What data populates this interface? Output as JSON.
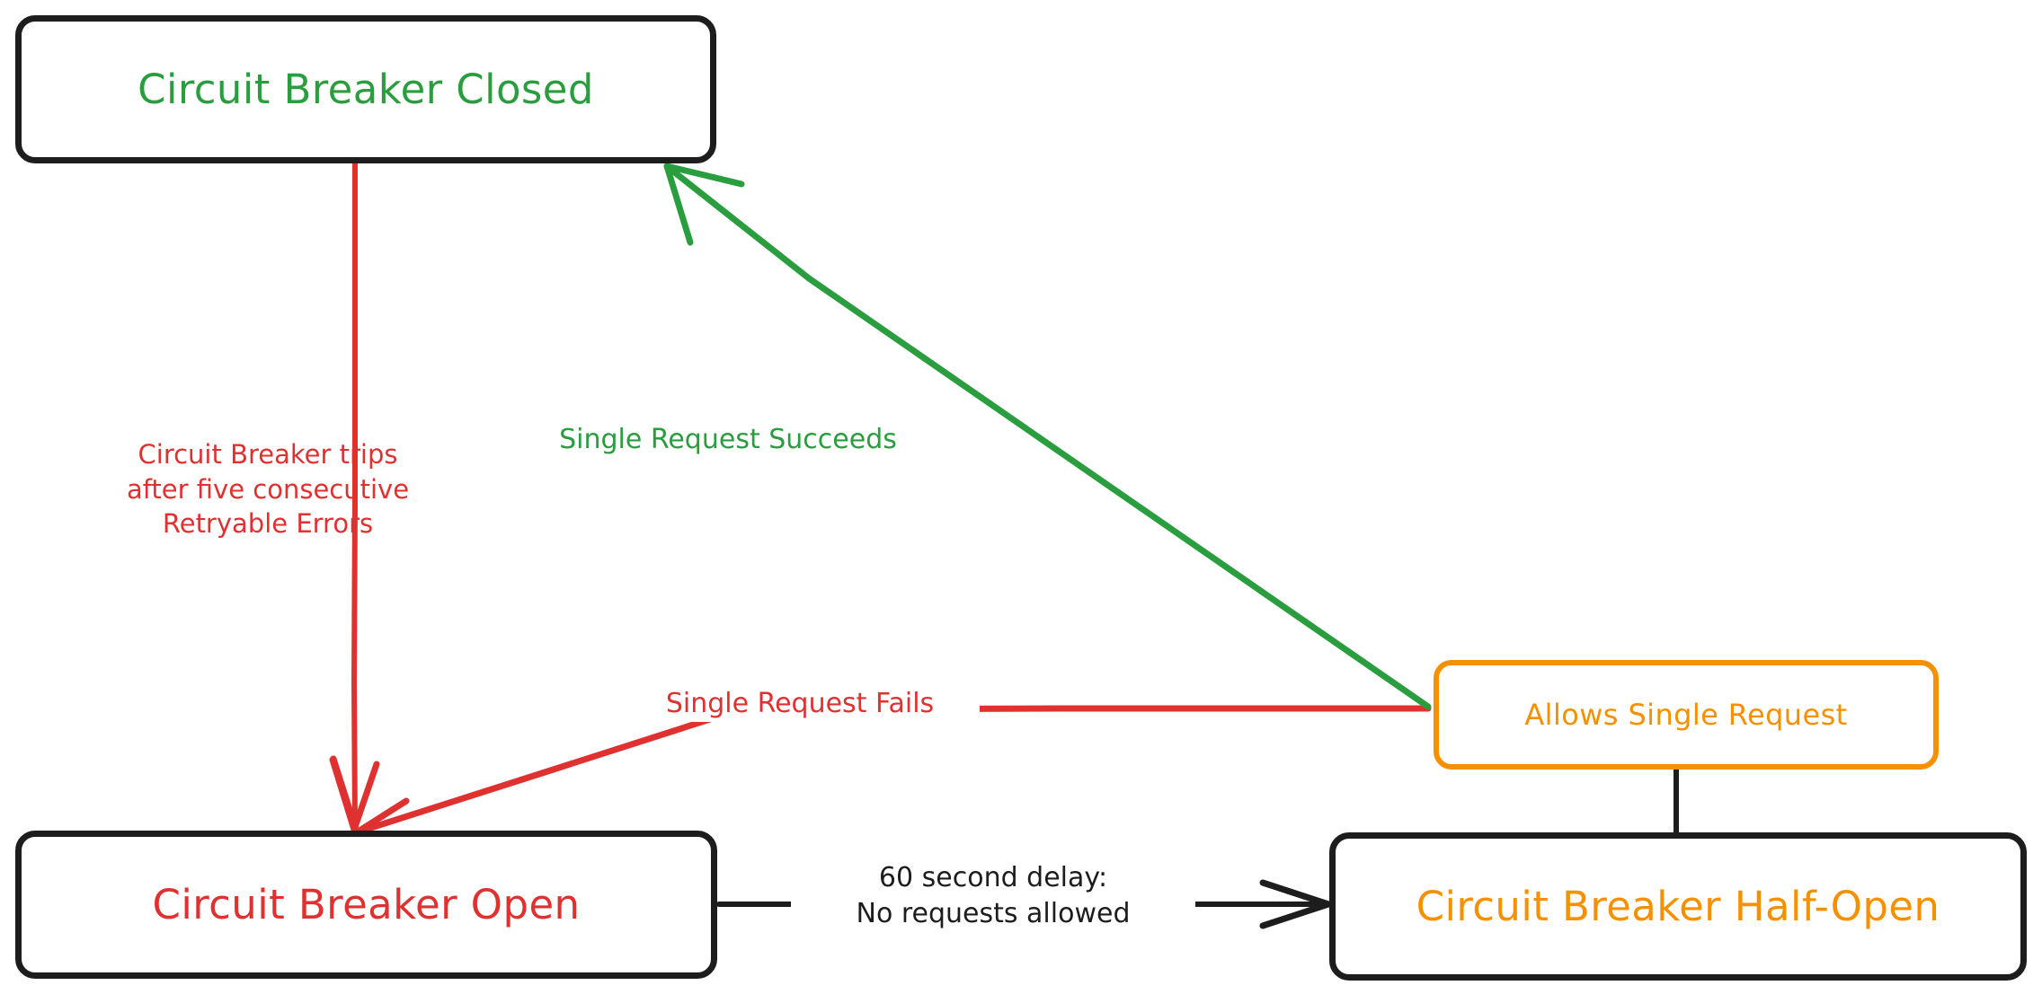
{
  "diagram": {
    "title": "Circuit Breaker State Diagram",
    "type": "state-machine-flowchart",
    "background_color": "#ffffff",
    "style": "hand-drawn",
    "colors": {
      "closed_green": "#2a9d3f",
      "open_red": "#e03131",
      "half_open_orange": "#f59100",
      "border_black": "#1d1d1d"
    }
  },
  "nodes": {
    "closed": {
      "label": "Circuit Breaker Closed",
      "text_color": "#2a9d3f",
      "border_color": "#1d1d1d"
    },
    "open": {
      "label": "Circuit Breaker Open",
      "text_color": "#e03131",
      "border_color": "#1d1d1d"
    },
    "half_open": {
      "label": "Circuit Breaker Half-Open",
      "text_color": "#f59100",
      "border_color": "#1d1d1d"
    },
    "allows_single_request": {
      "label": "Allows Single Request",
      "text_color": "#f59100",
      "border_color": "#f59100"
    }
  },
  "edges": {
    "trips": {
      "label": "Circuit Breaker trips\nafter five consecutive\nRetryable Errors",
      "color": "#e03131",
      "from": "closed",
      "to": "open"
    },
    "succeeds": {
      "label": "Single Request Succeeds",
      "color": "#2a9d3f",
      "from": "allows_single_request",
      "to": "closed"
    },
    "fails": {
      "label": "Single Request Fails",
      "color": "#e03131",
      "from": "allows_single_request",
      "to": "open"
    },
    "delay": {
      "label": "60 second delay:\nNo requests allowed",
      "color": "#1d1d1d",
      "from": "open",
      "to": "half_open"
    },
    "half_open_to_allows": {
      "label": "",
      "color": "#1d1d1d",
      "from": "half_open",
      "to": "allows_single_request"
    }
  }
}
